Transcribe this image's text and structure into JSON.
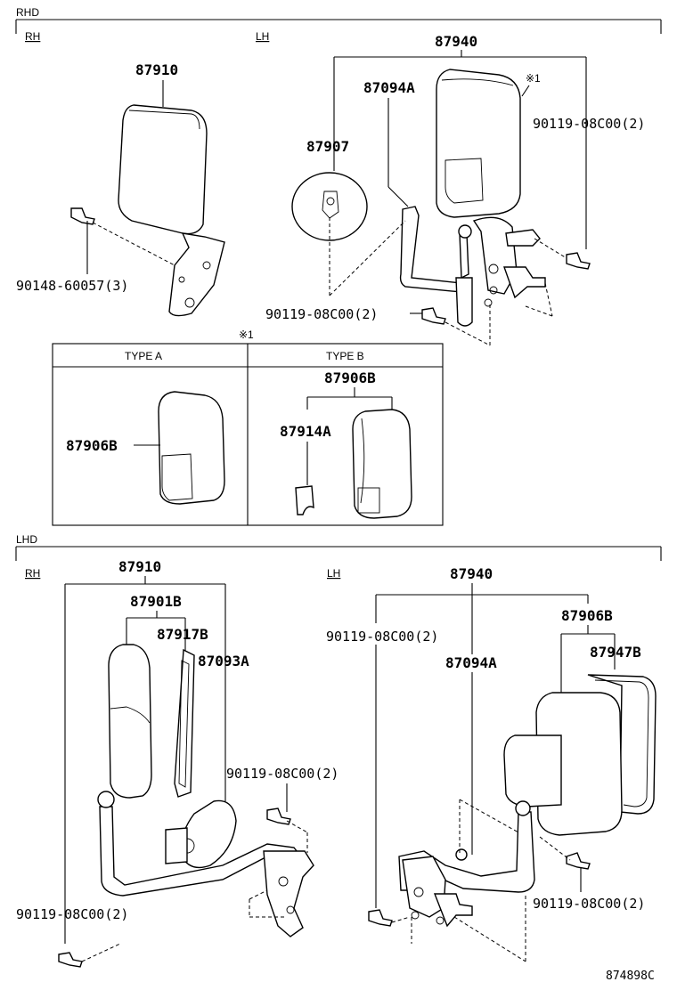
{
  "sections": {
    "rhd": "RHD",
    "lhd": "LHD"
  },
  "sides": {
    "rh": "RH",
    "lh": "LH"
  },
  "note_mark": "※1",
  "type_table": {
    "type_a": "TYPE A",
    "type_b": "TYPE B"
  },
  "parts": {
    "rhd_rh_mirror": "87910",
    "rhd_rh_screw": "90148-60057(3)",
    "rhd_lh_mirror": "87940",
    "rhd_lh_stay": "87094A",
    "rhd_lh_under_mirror": "87907",
    "rhd_lh_bolt_top": "90119-08C00(2)",
    "rhd_lh_bolt_bottom": "90119-08C00(2)",
    "type_a_mirror": "87906B",
    "type_b_mirror": "87906B",
    "type_b_cover": "87914A",
    "lhd_rh_mirror": "87910",
    "lhd_rh_sub": "87901B",
    "lhd_rh_outer": "87917B",
    "lhd_rh_stay": "87093A",
    "lhd_rh_bolt_mid": "90119-08C00(2)",
    "lhd_rh_bolt_low": "90119-08C00(2)",
    "lhd_lh_mirror": "87940",
    "lhd_lh_bolt_top": "90119-08C00(2)",
    "lhd_lh_stay": "87094A",
    "lhd_lh_sub": "87906B",
    "lhd_lh_frame": "87947B",
    "lhd_lh_bolt_right": "90119-08C00(2)"
  },
  "figure_code": "874898C"
}
